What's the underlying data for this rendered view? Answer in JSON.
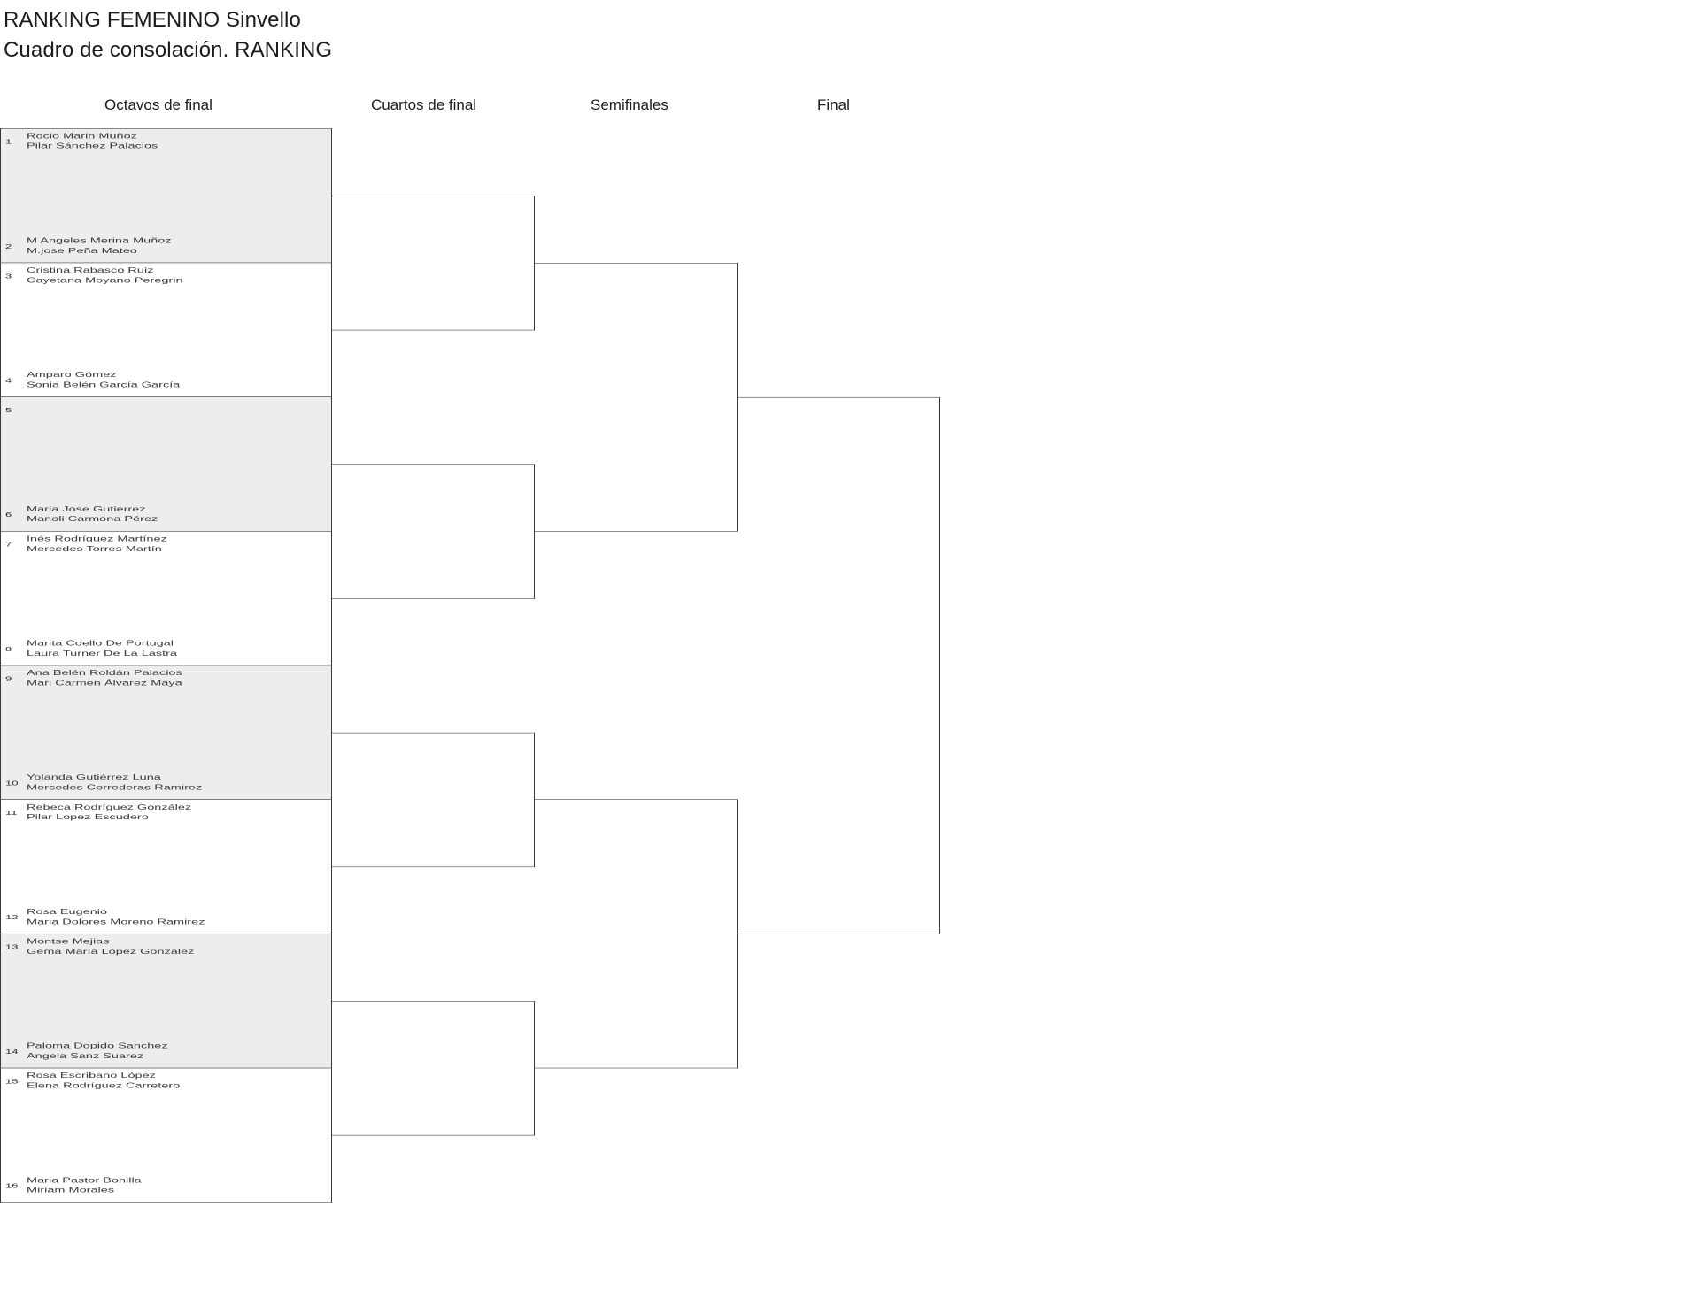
{
  "title": {
    "line1": "RANKING FEMENINO Sinvello",
    "line2": "Cuadro de consolación. RANKING"
  },
  "colors": {
    "shaded_row": "#ededed",
    "line": "#3a3a3a",
    "text": "#3a3a3a",
    "background": "#ffffff"
  },
  "rounds": [
    {
      "label": "Octavos de final"
    },
    {
      "label": "Cuartos de final"
    },
    {
      "label": "Semifinales"
    },
    {
      "label": "Final"
    }
  ],
  "seeds": [
    {
      "num": "1",
      "player1": "Rocio Marin Muñoz",
      "player2": "Pilar Sánchez Palacios"
    },
    {
      "num": "2",
      "player1": "M Angeles Merina Muñoz",
      "player2": "M.jose Peña Mateo"
    },
    {
      "num": "3",
      "player1": "Cristina Rabasco Ruiz",
      "player2": "Cayetana Moyano Peregrin"
    },
    {
      "num": "4",
      "player1": "Amparo Gómez",
      "player2": "Sonia Belén García García"
    },
    {
      "num": "5",
      "player1": "",
      "player2": ""
    },
    {
      "num": "6",
      "player1": "Maria Jose Gutierrez",
      "player2": "Manoli Carmona Pérez"
    },
    {
      "num": "7",
      "player1": "Inés Rodríguez Martínez",
      "player2": "Mercedes Torres Martín"
    },
    {
      "num": "8",
      "player1": "Marita Coello De Portugal",
      "player2": "Laura Turner De La Lastra"
    },
    {
      "num": "9",
      "player1": "Ana Belén Roldán Palacios",
      "player2": "Mari Carmen Álvarez Maya"
    },
    {
      "num": "10",
      "player1": "Yolanda Gutiérrez Luna",
      "player2": "Mercedes Correderas Ramirez"
    },
    {
      "num": "11",
      "player1": "Rebeca Rodríguez González",
      "player2": "Pilar Lopez Escudero"
    },
    {
      "num": "12",
      "player1": "Rosa Eugenio",
      "player2": "Maria Dolores Moreno Ramirez"
    },
    {
      "num": "13",
      "player1": "Montse Mejias",
      "player2": "Gema María López González"
    },
    {
      "num": "14",
      "player1": "Paloma Dopido Sanchez",
      "player2": "Angela Sanz Suarez"
    },
    {
      "num": "15",
      "player1": "Rosa Escribano López",
      "player2": "Elena Rodríguez Carretero"
    },
    {
      "num": "16",
      "player1": "Maria Pastor Bonilla",
      "player2": "Miriam Morales"
    }
  ],
  "quarterfinals": [
    {
      "player1": "",
      "player2": ""
    },
    {
      "player1": "",
      "player2": ""
    },
    {
      "player1": "",
      "player2": ""
    },
    {
      "player1": "",
      "player2": ""
    }
  ],
  "semifinals": [
    {
      "player1": "",
      "player2": ""
    },
    {
      "player1": "",
      "player2": ""
    }
  ],
  "final": [
    {
      "player1": "",
      "player2": ""
    }
  ],
  "layout": {
    "round1_block_height": "268",
    "round1_width": "375",
    "round2_width": "229",
    "round3_width": "229",
    "round4_width": "229"
  }
}
